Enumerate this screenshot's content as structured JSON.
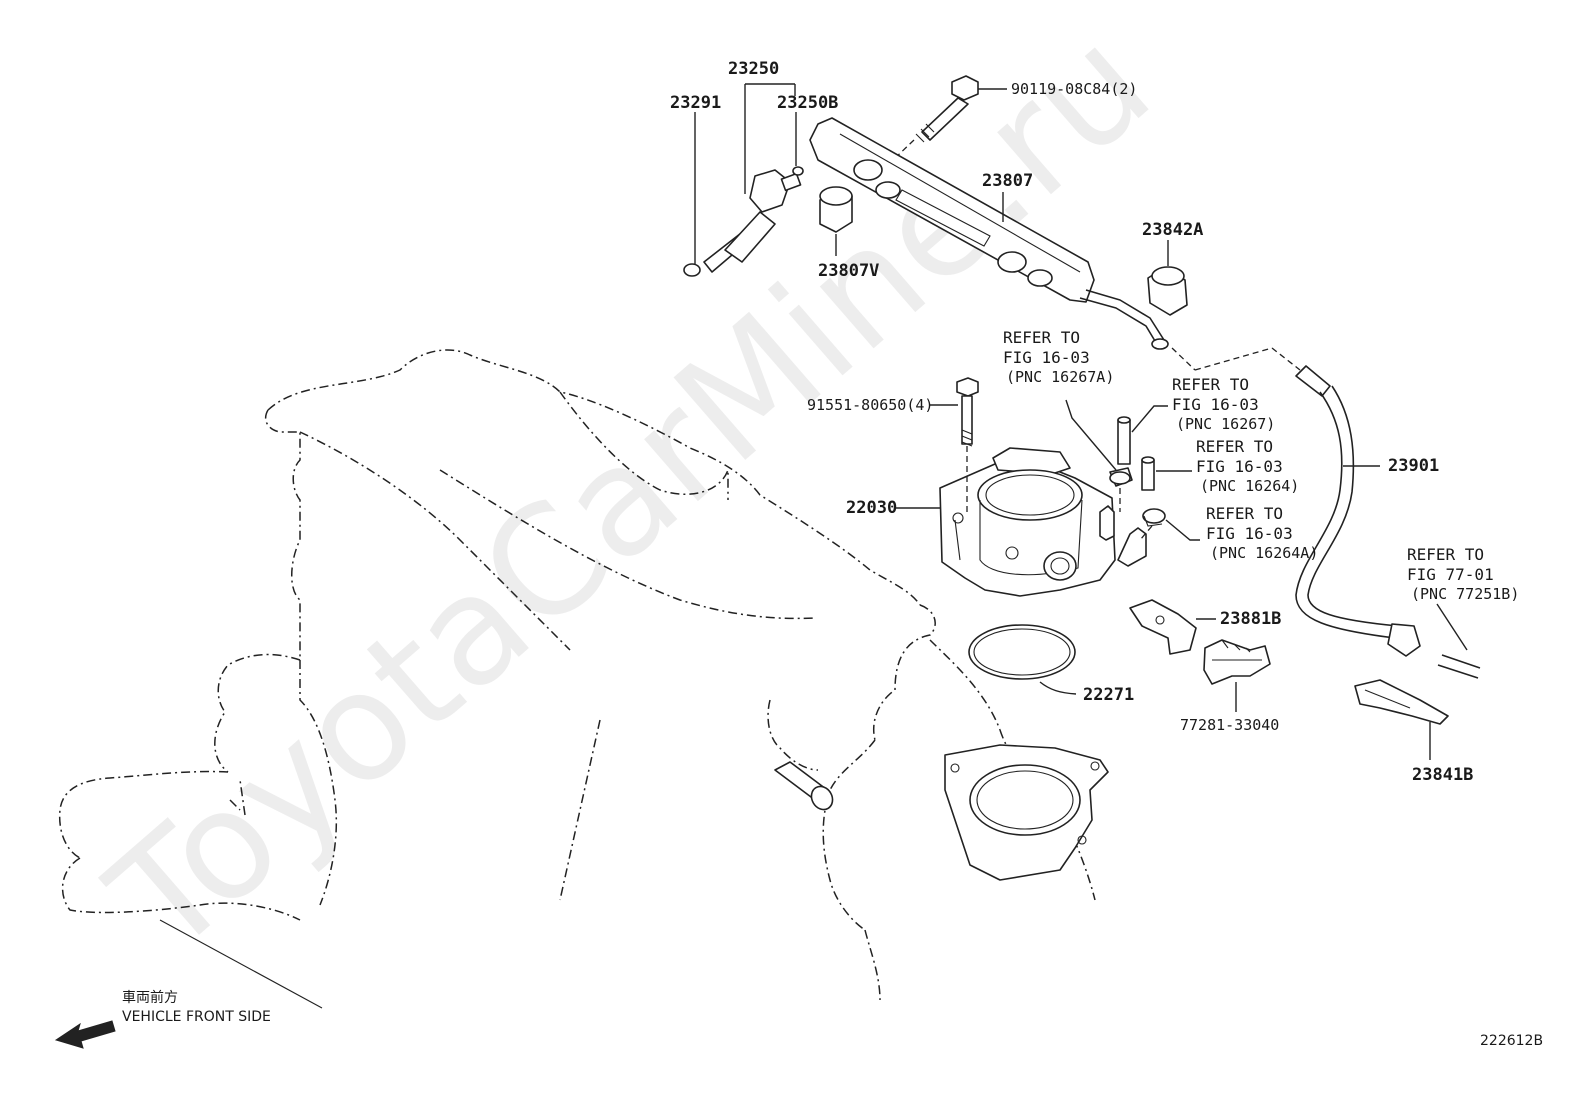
{
  "watermark": "ToyotaCarMine.ru",
  "drawing_number": "222612B",
  "orientation": {
    "jp": "車両前方",
    "en": "VEHICLE FRONT SIDE"
  },
  "parts": {
    "p23250": "23250",
    "p23291": "23291",
    "p23250B": "23250B",
    "p90119": "90119-08C84(2)",
    "p23807": "23807",
    "p23807V": "23807V",
    "p23842A": "23842A",
    "p91551": "91551-80650(4)",
    "p22030": "22030",
    "p23901": "23901",
    "p23881B": "23881B",
    "p22271": "22271",
    "p77281": "77281-33040",
    "p23841B": "23841B"
  },
  "references": [
    {
      "l1": "REFER TO",
      "l2": "FIG 16-03",
      "l3": "(PNC 16267A)"
    },
    {
      "l1": "REFER TO",
      "l2": "FIG 16-03",
      "l3": "(PNC 16267)"
    },
    {
      "l1": "REFER TO",
      "l2": "FIG 16-03",
      "l3": "(PNC 16264)"
    },
    {
      "l1": "REFER TO",
      "l2": "FIG 16-03",
      "l3": "(PNC 16264A)"
    },
    {
      "l1": "REFER TO",
      "l2": "FIG 77-01",
      "l3": "(PNC 77251B)"
    }
  ]
}
